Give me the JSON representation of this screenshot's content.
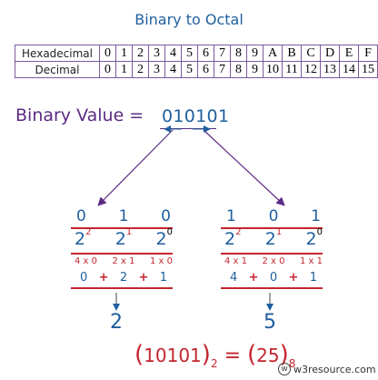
{
  "title": "Binary to Octal",
  "lookup_table": {
    "hex_label": "Hexadecimal",
    "dec_label": "Decimal",
    "hex": [
      "0",
      "1",
      "2",
      "3",
      "4",
      "5",
      "6",
      "7",
      "8",
      "9",
      "A",
      "B",
      "C",
      "D",
      "E",
      "F"
    ],
    "dec": [
      "0",
      "1",
      "2",
      "3",
      "4",
      "5",
      "6",
      "7",
      "8",
      "9",
      "10",
      "11",
      "12",
      "13",
      "14",
      "15"
    ]
  },
  "binary_label": "Binary Value =",
  "binary_value": "010101",
  "left_group": {
    "digits": [
      "0",
      "1",
      "0"
    ],
    "bases": [
      "2",
      "2",
      "2"
    ],
    "exponents": [
      "2",
      "1",
      "0"
    ],
    "mults": [
      "4 x 0",
      "2 x 1",
      "1 x 0"
    ],
    "sum_terms": [
      "0",
      "+",
      "2",
      "+",
      "1"
    ],
    "result": "2"
  },
  "right_group": {
    "digits": [
      "1",
      "0",
      "1"
    ],
    "bases": [
      "2",
      "2",
      "2"
    ],
    "exponents": [
      "2",
      "1",
      "0"
    ],
    "mults": [
      "4 x 1",
      "2 x 0",
      "1 x 1"
    ],
    "sum_terms": [
      "4",
      "+",
      "0",
      "+",
      "1"
    ],
    "result": "5"
  },
  "equation": {
    "open1": "(",
    "binary": "10101",
    "close1": ")",
    "base1": "2",
    "equals": "=",
    "open2": "(",
    "octal": "25",
    "close2": ")",
    "base2": "8"
  },
  "footer": {
    "logo": "w",
    "text": "w3resource.com"
  },
  "colors": {
    "blue": "#1f5f9e",
    "red": "#c3262e",
    "purple": "#5b2c83"
  }
}
